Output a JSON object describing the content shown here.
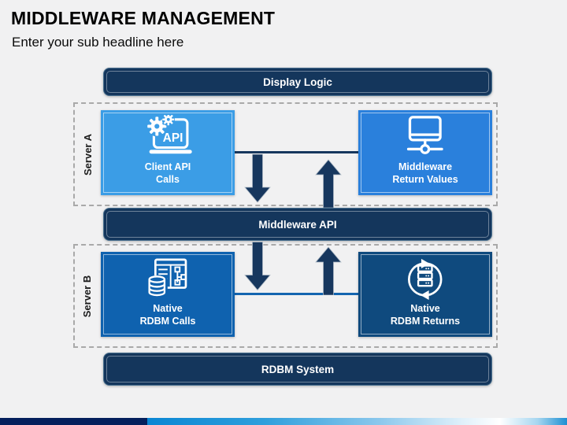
{
  "slide": {
    "title": "MIDDLEWARE MANAGEMENT",
    "subtitle": "Enter your sub headline here"
  },
  "diagram": {
    "top_bar": "Display Logic",
    "middle_bar": "Middleware API",
    "bottom_bar": "RDBM System",
    "server_a": {
      "label": "Server A",
      "left_box": {
        "line1": "Client API",
        "line2": "Calls",
        "icon": "api-laptop-icon"
      },
      "right_box": {
        "line1": "Middleware",
        "line2": "Return Values",
        "icon": "monitor-network-icon"
      }
    },
    "server_b": {
      "label": "Server B",
      "left_box": {
        "line1": "Native",
        "line2": "RDBM Calls",
        "icon": "database-app-icon"
      },
      "right_box": {
        "line1": "Native",
        "line2": "RDBM Returns",
        "icon": "server-sync-icon"
      }
    },
    "colors": {
      "bar_navy": "#14365c",
      "client_api_box": "#3b9de6",
      "middleware_return_box": "#2a80dc",
      "native_calls_box": "#0f62af",
      "native_returns_box": "#0f4a7e",
      "arrow_navy": "#17375e",
      "connector_a": "#17375e",
      "connector_b": "#1465b0",
      "footer_navy": "#041f5c",
      "footer_blue": "#0a86d3"
    }
  }
}
